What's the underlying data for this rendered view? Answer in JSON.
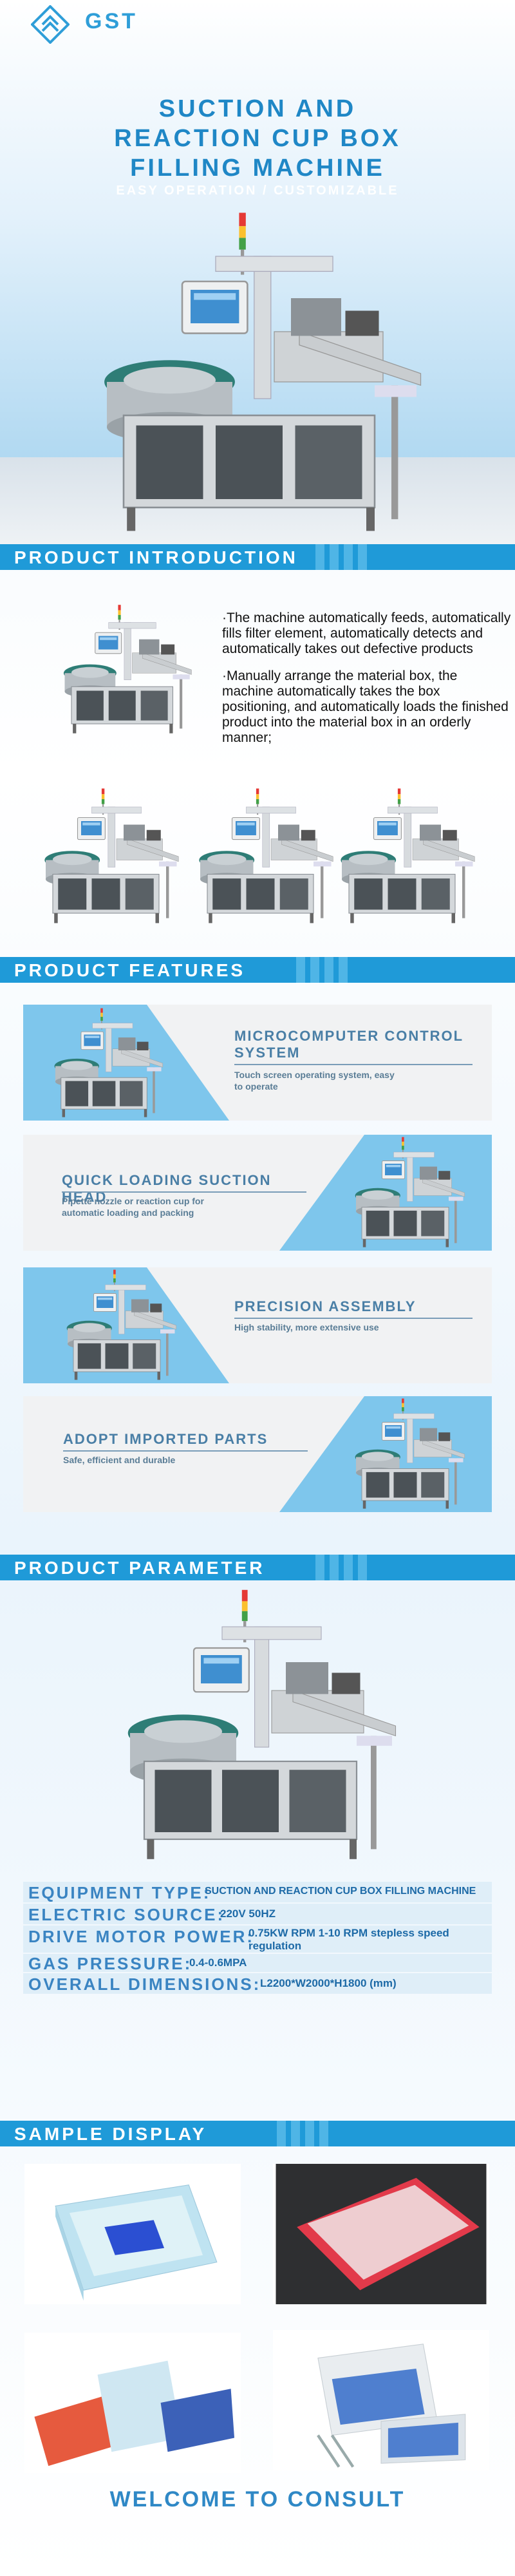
{
  "brand": {
    "logo_text": "GST",
    "accent": "#1f9ad8",
    "title_color": "#1f87c6"
  },
  "hero": {
    "title": "SUCTION AND\nREACTION CUP BOX\nFILLING MACHINE",
    "subtitle": "EASY OPERATION / CUSTOMIZABLE"
  },
  "sections": {
    "intro": "PRODUCT INTRODUCTION",
    "features": "PRODUCT FEATURES",
    "parameter": "PRODUCT PARAMETER",
    "samples": "SAMPLE DISPLAY"
  },
  "intro": {
    "para1": "·The machine automatically feeds, automatically fills filter element, automatically detects and automatically takes out defective products",
    "para2": "·Manually arrange the material box, the machine automatically takes the box positioning, and automatically loads the finished product into the material box in an orderly manner;"
  },
  "features": [
    {
      "title": "MICROCOMPUTER CONTROL SYSTEM",
      "desc": "Touch screen operating system, easy to operate"
    },
    {
      "title": "QUICK LOADING SUCTION HEAD",
      "desc": "Pipette nozzle or reaction cup for automatic loading and packing"
    },
    {
      "title": "PRECISION ASSEMBLY",
      "desc": "High stability, more extensive use"
    },
    {
      "title": "ADOPT IMPORTED PARTS",
      "desc": "Safe, efficient and durable"
    }
  ],
  "parameters": [
    {
      "key": "EQUIPMENT TYPE:",
      "value": "SUCTION AND REACTION CUP BOX FILLING MACHINE"
    },
    {
      "key": "ELECTRIC SOURCE:",
      "value": "220V 50HZ"
    },
    {
      "key": "DRIVE MOTOR POWER:",
      "value": "0.75KW RPM 1-10 RPM stepless speed regulation"
    },
    {
      "key": "GAS PRESSURE:",
      "value": "0.4-0.6MPA"
    },
    {
      "key": "OVERALL DIMENSIONS:",
      "value": "L2200*W2000*H1800 (mm)"
    }
  ],
  "footer": {
    "consult": "WELCOME TO CONSULT"
  }
}
